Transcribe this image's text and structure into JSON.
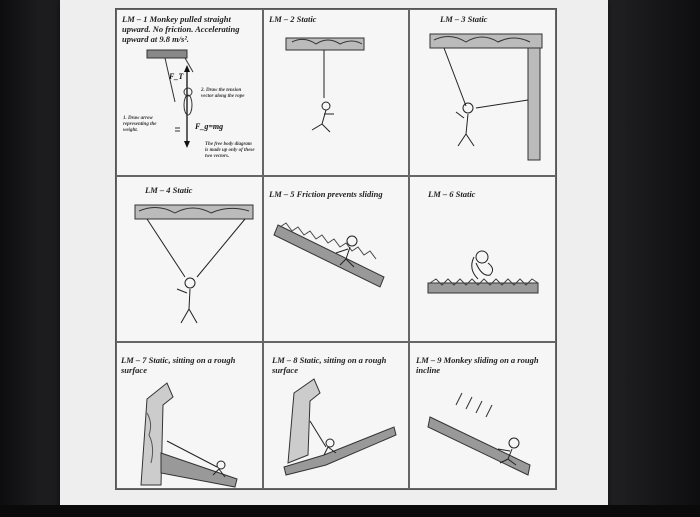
{
  "cells": [
    {
      "id": "lm1",
      "label": "LM – 1 Monkey pulled straight upward. No friction. Accelerating upward at 9.8 m/s².",
      "force_tension": "F_T",
      "note_tension": "2. Draw the tension vector along the rope",
      "note_weight": "1. Draw arrow representing the weight.",
      "force_gravity": "F_g=mg",
      "note_fbd": "The free body diagram is made up only of these two vectors."
    },
    {
      "id": "lm2",
      "label": "LM – 2 Static"
    },
    {
      "id": "lm3",
      "label": "LM – 3 Static"
    },
    {
      "id": "lm4",
      "label": "LM – 4 Static"
    },
    {
      "id": "lm5",
      "label": "LM – 5 Friction prevents sliding"
    },
    {
      "id": "lm6",
      "label": "LM – 6 Static"
    },
    {
      "id": "lm7",
      "label": "LM – 7 Static, sitting on a rough surface"
    },
    {
      "id": "lm8",
      "label": "LM – 8 Static, sitting on a rough surface"
    },
    {
      "id": "lm9",
      "label": "LM – 9 Monkey sliding on a rough incline"
    }
  ],
  "colors": {
    "paper": "#eeeeef",
    "ink": "#222222",
    "grid": "#666666"
  }
}
